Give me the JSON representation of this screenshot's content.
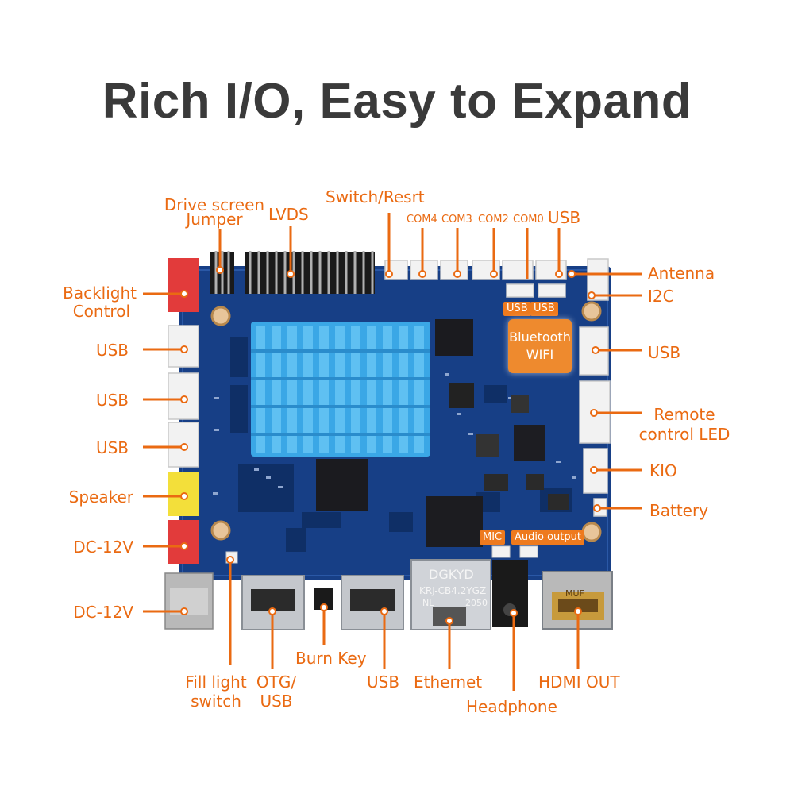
{
  "title": "Rich I/O, Easy to Expand",
  "colors": {
    "accent": "#ea6a12",
    "board": "#173f86",
    "heatsink": "#3aa7e6",
    "title": "#3a3a3a"
  },
  "labels": {
    "drive_screen": "Drive screen",
    "jumper": "Jumper",
    "lvds": "LVDS",
    "switch_reset": "Switch/Resrt",
    "com4": "COM4",
    "com3": "COM3",
    "com2": "COM2",
    "com0": "COM0",
    "usb_top": "USB",
    "antenna": "Antenna",
    "i2c": "I2C",
    "usb_tag_1": "USB",
    "usb_tag_2": "USB",
    "bluetooth": "Bluetooth",
    "wifi": "WIFI",
    "backlight_1": "Backlight",
    "backlight_2": "Control",
    "usb_left_1": "USB",
    "usb_left_2": "USB",
    "usb_left_3": "USB",
    "speaker": "Speaker",
    "dc_12v_1": "DC-12V",
    "dc_12v_2": "DC-12V",
    "usb_right": "USB",
    "remote_1": "Remote",
    "remote_2": "control LED",
    "kio": "KIO",
    "battery": "Battery",
    "mic": "MIC",
    "audio_output": "Audio output",
    "burn_key": "Burn Key",
    "fill_light_1": "Fill light",
    "fill_light_2": "switch",
    "otg_1": "OTG/",
    "otg_2": "USB",
    "usb_bottom": "USB",
    "ethernet": "Ethernet",
    "headphone": "Headphone",
    "hdmi_out": "HDMI OUT"
  },
  "chip_text": {
    "eth_brand": "DGKYD",
    "eth_model": "KRJ-CB4.2YGZ",
    "eth_nl": "NL",
    "eth_code": "2050",
    "hdmi_brand": "MUF"
  }
}
